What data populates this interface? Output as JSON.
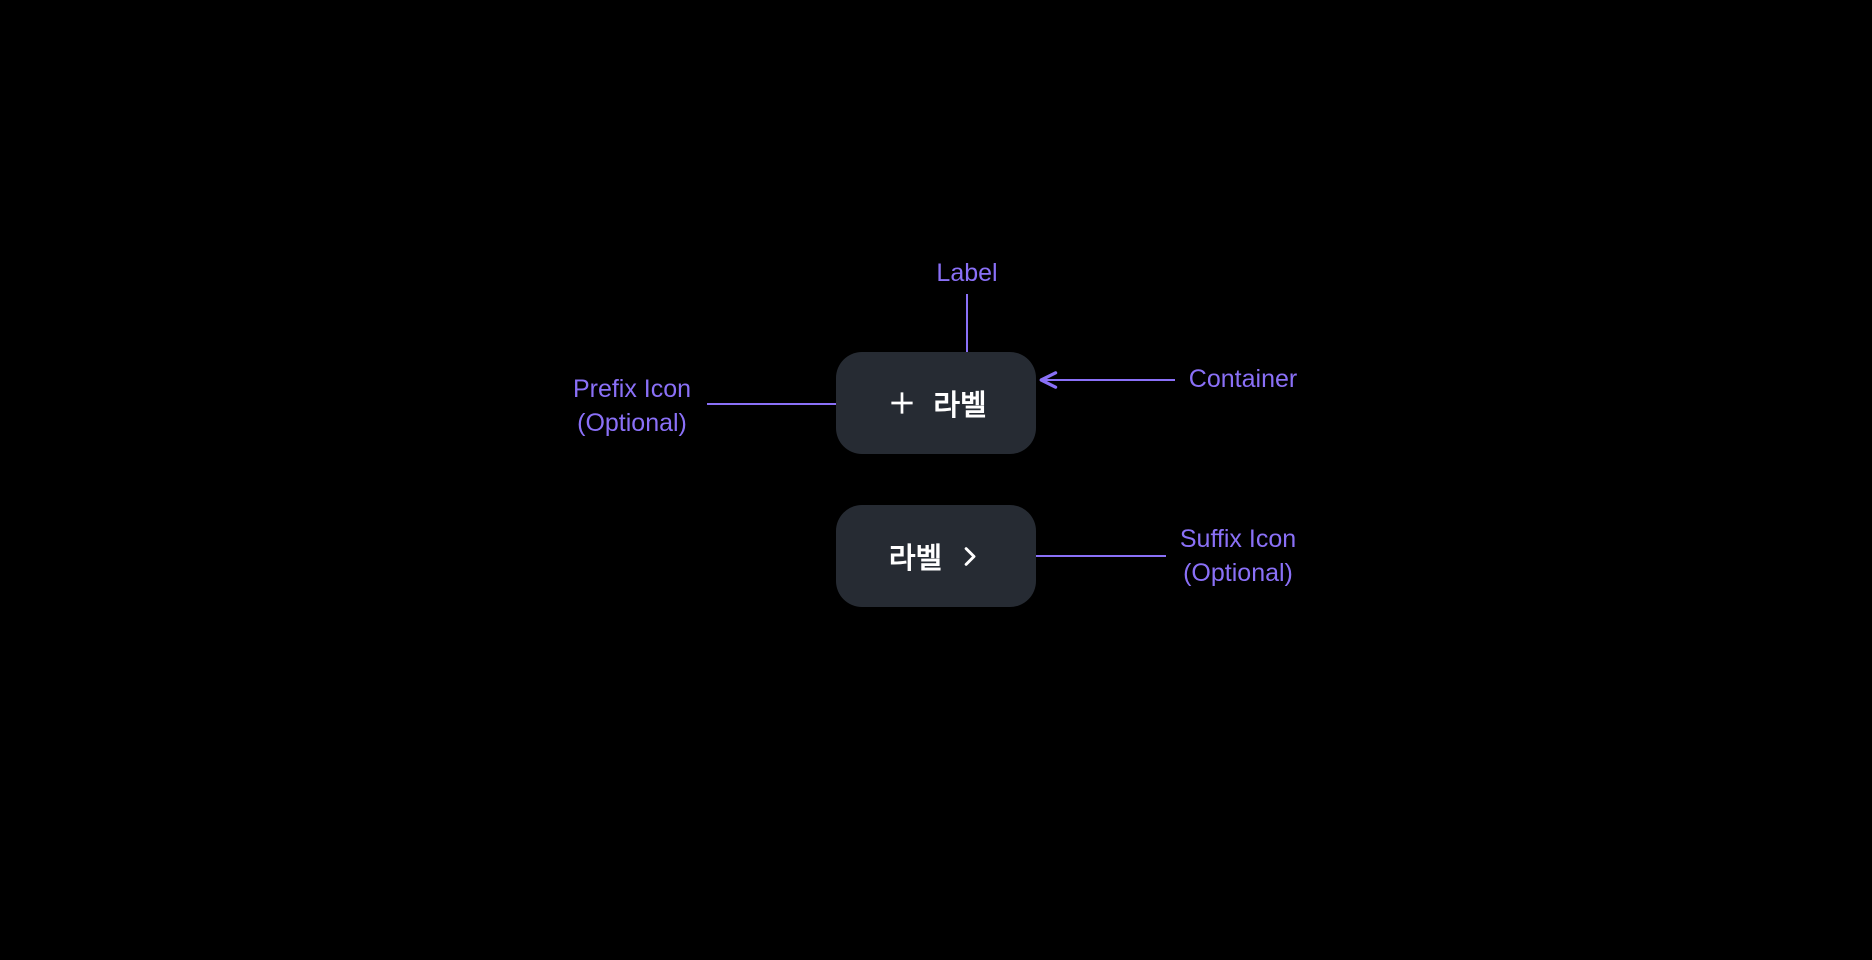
{
  "component": {
    "prefix_button": {
      "label": "라벨",
      "prefix_icon": "plus-icon"
    },
    "suffix_button": {
      "label": "라벨",
      "suffix_icon": "chevron-right-icon"
    }
  },
  "annotations": {
    "label": {
      "text": "Label"
    },
    "prefix_icon": {
      "line1": "Prefix Icon",
      "line2": "(Optional)"
    },
    "container": {
      "text": "Container"
    },
    "suffix_icon": {
      "line1": "Suffix Icon",
      "line2": "(Optional)"
    }
  },
  "colors": {
    "canvas_bg": "#000000",
    "annotation": "#8a70f7",
    "button_bg": "#262b33",
    "button_text": "#ffffff"
  }
}
